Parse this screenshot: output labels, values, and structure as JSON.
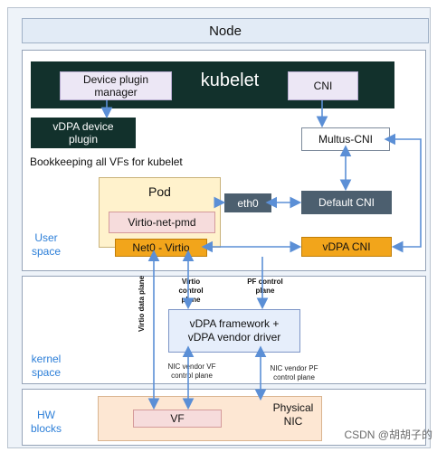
{
  "title": "Node",
  "sections": {
    "user_space": "User space",
    "kernel_space": "kernel space",
    "hw_blocks": "HW blocks"
  },
  "kubelet": {
    "label": "kubelet",
    "device_plugin_manager": "Device plugin manager",
    "cni": "CNI"
  },
  "vdpa_device_plugin": "vDPA device plugin",
  "bookkeeping_note": "Bookkeeping all VFs for kubelet",
  "multus_cni": "Multus-CNI",
  "pod": {
    "label": "Pod",
    "virtio_net_pmd": "Virtio-net-pmd",
    "net0_virtio": "Net0 - Virtio"
  },
  "eth0": "eth0",
  "default_cni": "Default CNI",
  "vdpa_cni": "vDPA CNI",
  "virtio_data_plane": "Virtio data plane",
  "virtio_control_plane": "Virtio control plane",
  "pf_control_plane": "PF control plane",
  "vdpa_framework": "vDPA framework + vDPA vendor driver",
  "nic_vendor_vf_control_plane": "NIC vendor VF control plane",
  "nic_vendor_pf_control_plane": "NIC vendor PF control plane",
  "vf": "VF",
  "physical_nic": "Physical NIC",
  "watermark": "CSDN @胡胡子的",
  "colors": {
    "kubelet_dark": "#12312c",
    "default_cni_slate": "#4c5f6f",
    "vdpa_orange": "#f2a51b",
    "pod_yellow": "#fff2cc",
    "arrow_blue": "#5b8fd6",
    "section_label_blue": "#2d7fd8"
  }
}
